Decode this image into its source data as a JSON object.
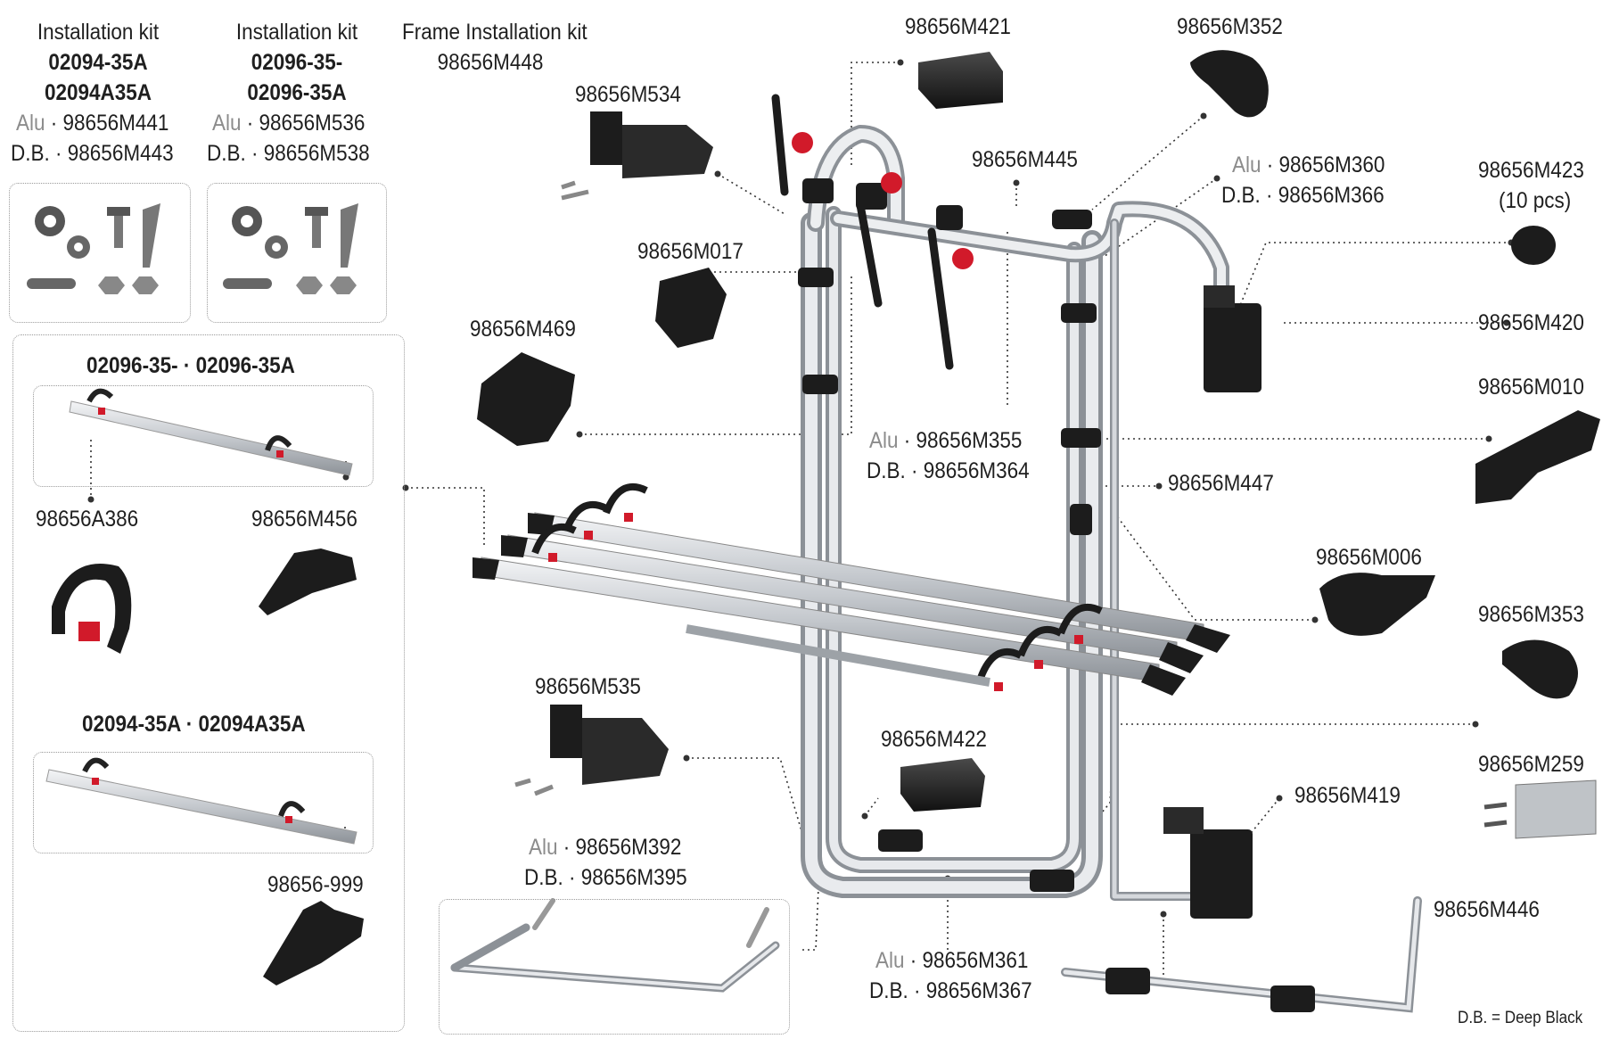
{
  "kits": [
    {
      "title": "Installation kit",
      "codes": [
        "02094-35A",
        "02094A35A"
      ],
      "alu_prefix": "Alu",
      "alu_code": "98656M441",
      "db_prefix": "D.B.",
      "db_code": "98656M443"
    },
    {
      "title": "Installation kit",
      "codes": [
        "02096-35-",
        "02096-35A"
      ],
      "alu_prefix": "Alu",
      "alu_code": "98656M536",
      "db_prefix": "D.B.",
      "db_code": "98656M538"
    }
  ],
  "frame_kit": {
    "title": "Frame Installation kit",
    "code": "98656M448"
  },
  "rail_group_1": {
    "title": "02096-35- · 02096-35A",
    "left_part": "98656A386",
    "right_part": "98656M456"
  },
  "rail_group_2": {
    "title": "02094-35A · 02094A35A",
    "right_part": "98656-999"
  },
  "parts": {
    "m421": "98656M421",
    "m352": "98656M352",
    "m534": "98656M534",
    "m445": "98656M445",
    "m360_alu": "Alu",
    "m360": "98656M360",
    "m366_db": "D.B.",
    "m366": "98656M366",
    "m423": "98656M423",
    "m423_qty": "(10 pcs)",
    "m017": "98656M017",
    "m420": "98656M420",
    "m469": "98656M469",
    "m010": "98656M010",
    "m355_alu": "Alu",
    "m355": "98656M355",
    "m364_db": "D.B.",
    "m364": "98656M364",
    "m447": "98656M447",
    "m006": "98656M006",
    "m353": "98656M353",
    "m535": "98656M535",
    "m422": "98656M422",
    "m259": "98656M259",
    "m419": "98656M419",
    "m392_alu": "Alu",
    "m392": "98656M392",
    "m395_db": "D.B.",
    "m395": "98656M395",
    "m446": "98656M446",
    "m361_alu": "Alu",
    "m361": "98656M361",
    "m367_db": "D.B.",
    "m367": "98656M367"
  },
  "legend": "D.B. = Deep Black",
  "colors": {
    "aluminium": "#c9cdd2",
    "deep_black": "#1c1c1c",
    "accent_red": "#d11a2a",
    "leader": "#333333"
  }
}
